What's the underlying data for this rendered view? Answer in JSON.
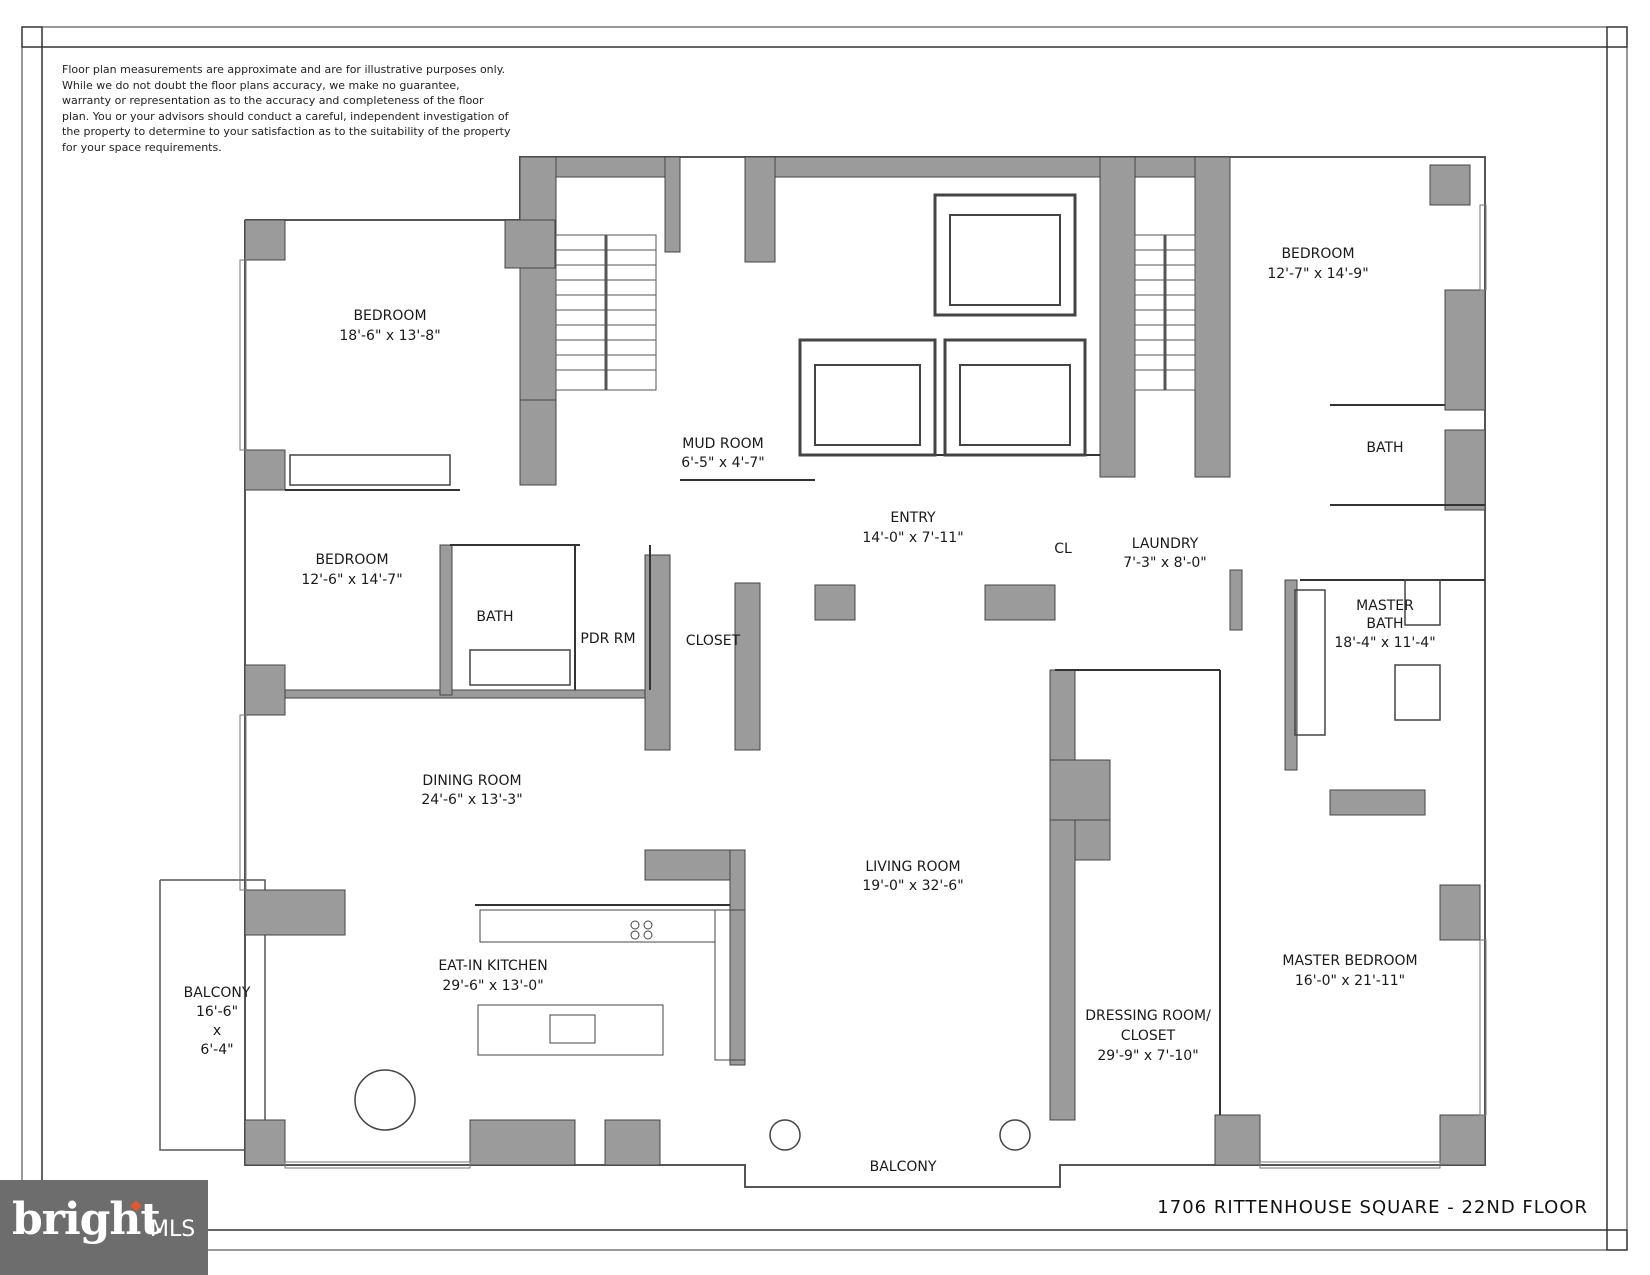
{
  "disclaimer": "Floor plan measurements are approximate and are for illustrative purposes only. While we do not doubt the floor plans accuracy, we make no guarantee, warranty or representation as to the accuracy and completeness of the floor plan. You or your advisors should conduct a careful, independent investigation of the property to determine to your satisfaction as to the suitability of the property for your space requirements.",
  "address": "1706 RITTENHOUSE SQUARE - 22ND FLOOR",
  "logo": {
    "brand": "bright",
    "suffix": "MLS",
    "accent_color": "#e05a2b"
  },
  "wall_color": "#9b9b9b",
  "rooms": {
    "bedroom_nw": {
      "name": "BEDROOM",
      "size": "18'-6\" x 13'-8\""
    },
    "bedroom_w": {
      "name": "BEDROOM",
      "size": "12'-6\" x 14'-7\""
    },
    "bedroom_ne": {
      "name": "BEDROOM",
      "size": "12'-7\" x 14'-9\""
    },
    "mud_room": {
      "name": "MUD ROOM",
      "size": "6'-5\" x 4'-7\""
    },
    "entry": {
      "name": "ENTRY",
      "size": "14'-0\" x 7'-11\""
    },
    "cl": {
      "name": "CL"
    },
    "laundry": {
      "name": "LAUNDRY",
      "size": "7'-3\" x 8'-0\""
    },
    "bath_ne": {
      "name": "BATH"
    },
    "bath_w": {
      "name": "BATH"
    },
    "pdr_rm": {
      "name": "PDR RM"
    },
    "closet": {
      "name": "CLOSET"
    },
    "master_bath": {
      "name_1": "MASTER",
      "name_2": "BATH",
      "size": "18'-4\" x 11'-4\""
    },
    "dining_room": {
      "name": "DINING ROOM",
      "size": "24'-6\" x 13'-3\""
    },
    "living_room": {
      "name": "LIVING ROOM",
      "size": "19'-0\" x 32'-6\""
    },
    "kitchen": {
      "name": "EAT-IN KITCHEN",
      "size": "29'-6\" x 13'-0\""
    },
    "dressing_room": {
      "name_1": "DRESSING ROOM/",
      "name_2": "CLOSET",
      "size": "29'-9\" x 7'-10\""
    },
    "master_bedroom": {
      "name": "MASTER BEDROOM",
      "size": "16'-0\" x 21'-11\""
    },
    "balcony_w": {
      "name": "BALCONY",
      "size_1": "16'-6\"",
      "size_2": "x",
      "size_3": "6'-4\""
    },
    "balcony_s": {
      "name": "BALCONY"
    }
  }
}
